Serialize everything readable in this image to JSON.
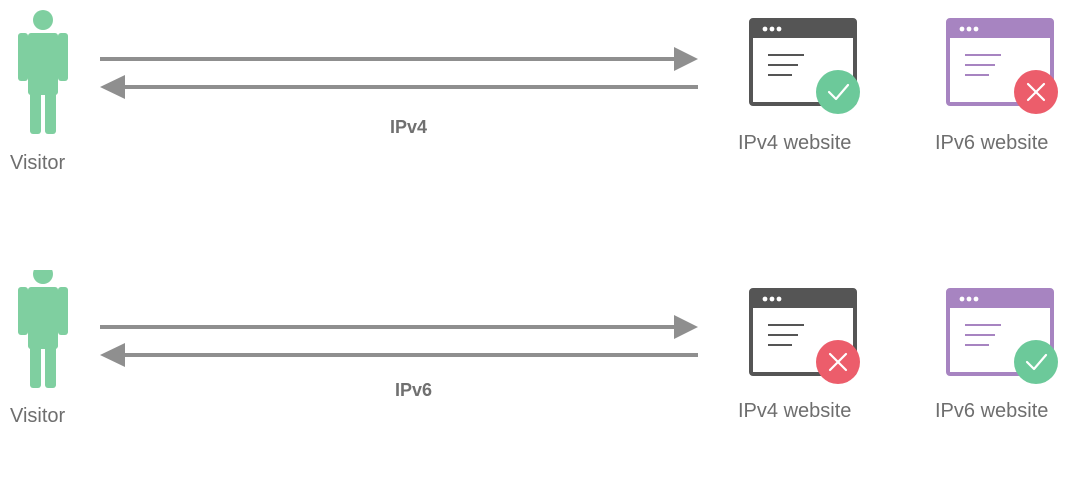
{
  "rows": [
    {
      "protocol": "IPv4",
      "visitor_label": "Visitor",
      "sites": [
        {
          "label": "IPv4 website",
          "status": "check"
        },
        {
          "label": "IPv6 website",
          "status": "cross"
        }
      ]
    },
    {
      "protocol": "IPv6",
      "visitor_label": "Visitor",
      "sites": [
        {
          "label": "IPv4 website",
          "status": "cross"
        },
        {
          "label": "IPv6 website",
          "status": "check"
        }
      ]
    }
  ],
  "colors": {
    "visitor": "#7fcfa0",
    "arrow": "#8f8f8f",
    "site_ipv4_frame": "#555555",
    "site_ipv6_frame": "#a784c1",
    "ok_badge": "#6cc99a",
    "fail_badge": "#ec5d6b"
  },
  "icons": {
    "visitor": "person-icon",
    "site": "browser-window-icon",
    "ok": "check-icon",
    "fail": "cross-icon"
  }
}
